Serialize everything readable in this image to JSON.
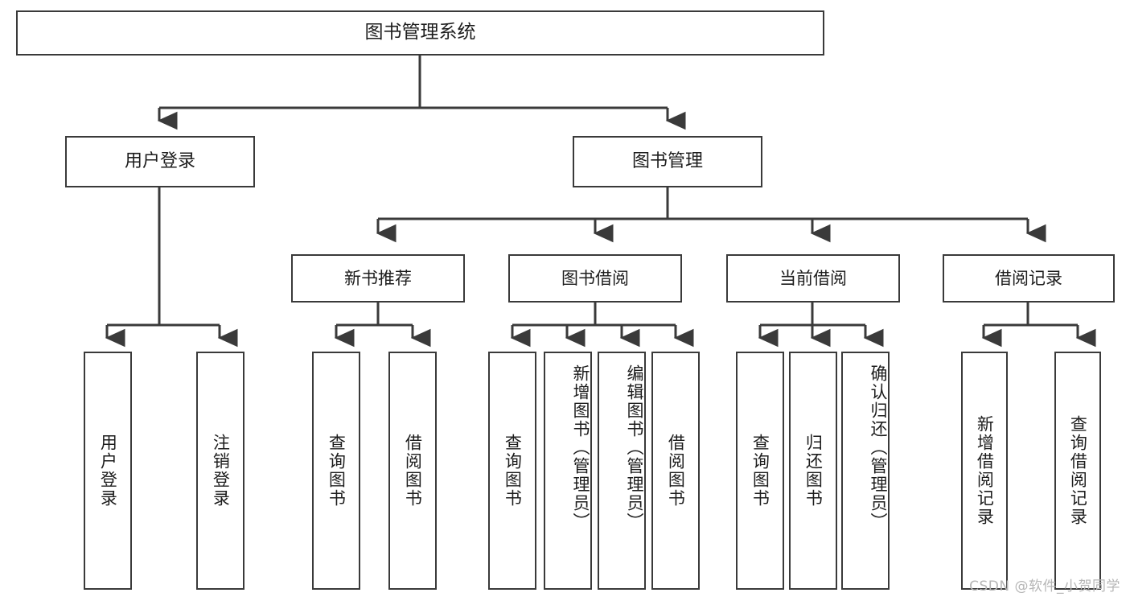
{
  "diagram": {
    "title": "图书管理系统",
    "type": "tree",
    "root": {
      "label": "图书管理系统"
    },
    "level2": [
      {
        "label": "用户登录"
      },
      {
        "label": "图书管理"
      }
    ],
    "level3": [
      {
        "label": "新书推荐"
      },
      {
        "label": "图书借阅"
      },
      {
        "label": "当前借阅"
      },
      {
        "label": "借阅记录"
      }
    ],
    "leaves": {
      "user_login": [
        {
          "label": "用户登录"
        },
        {
          "label": "注销登录"
        }
      ],
      "new_book_recommend": [
        {
          "label": "查询图书"
        },
        {
          "label": "借阅图书"
        }
      ],
      "book_borrow": [
        {
          "label": "查询图书"
        },
        {
          "label": "新增图书（管理员）"
        },
        {
          "label": "编辑图书（管理员）"
        },
        {
          "label": "借阅图书"
        }
      ],
      "current_borrow": [
        {
          "label": "查询图书"
        },
        {
          "label": "归还图书"
        },
        {
          "label": "确认归还（管理员）"
        }
      ],
      "borrow_record": [
        {
          "label": "新增借阅记录"
        },
        {
          "label": "查询借阅记录"
        }
      ]
    }
  },
  "watermark": {
    "text": "CSDN @软件_小贺同学"
  },
  "colors": {
    "stroke": "#3a3a3a",
    "background": "#ffffff",
    "text": "#1d1d1d",
    "watermark": "#b6b6b6"
  }
}
